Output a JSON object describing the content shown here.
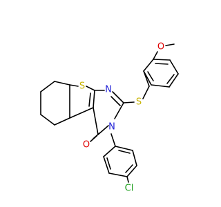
{
  "colors": {
    "bond": "#000000",
    "S": "#c8b400",
    "N": "#1f1fd6",
    "O": "#e00000",
    "Cl": "#1a9e1a",
    "background": "#ffffff"
  },
  "atoms": {
    "s_thiophene": "S",
    "n_ring": "N",
    "s_thioether": "S",
    "o_methoxy": "O",
    "n_amide": "N",
    "o_carbonyl": "O",
    "cl": "Cl"
  }
}
